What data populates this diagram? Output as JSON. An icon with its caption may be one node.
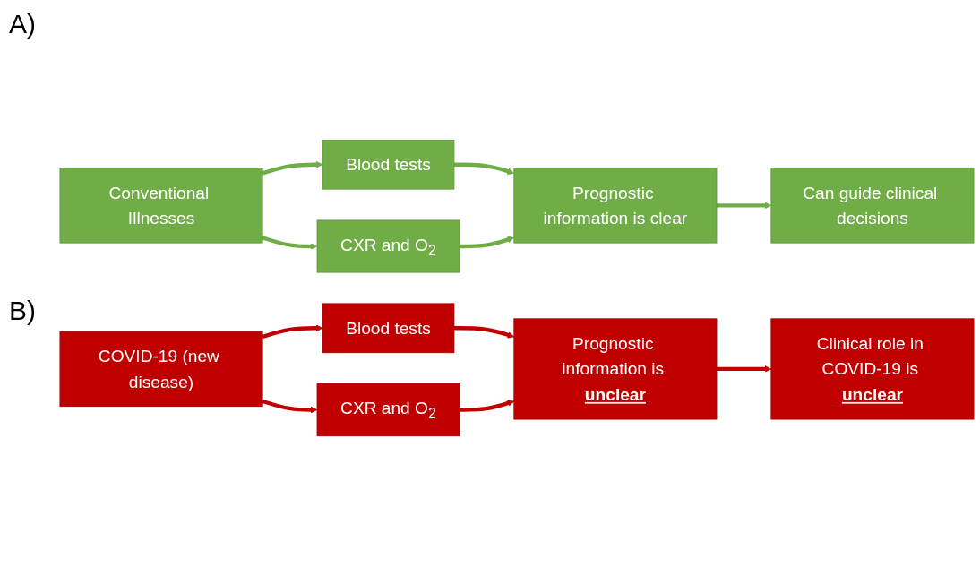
{
  "diagram": {
    "nodes": [
      {
        "text": [
          "Conventional Illnesses"
        ]
      },
      {
        "text": [
          "Blood tests"
        ]
      },
      {
        "text": [
          "CXR and O$_{2}$"
        ]
      },
      {
        "text": [
          "Prognostic information is clear"
        ]
      },
      {
        "text": [
          "Can guide clinical decisions"
        ]
      },
      {
        "text": [
          "COVID-19 (new disease)"
        ]
      },
      {
        "text": [
          "Blood tests"
        ]
      },
      {
        "text": [
          "CXR and O$_{2}$"
        ]
      },
      {
        "text": [
          "Prognostic information is **unclear**"
        ]
      },
      {
        "text": [
          "Clinical role in COVID-19 is **unclear**"
        ]
      }
    ],
    "edges": [
      {
        "from": 0,
        "to": 1,
        "arrow": "to",
        "color": "#70ad47"
      },
      {
        "from": 0,
        "to": 2,
        "arrow": "to",
        "color": "#70ad47"
      },
      {
        "from": 1,
        "to": 3,
        "arrow": "to",
        "color": "#70ad47"
      },
      {
        "from": 2,
        "to": 3,
        "arrow": "to",
        "color": "#70ad47"
      },
      {
        "from": 3,
        "to": 4,
        "arrow": "to",
        "color": "#70ad47"
      },
      {
        "from": 5,
        "to": 6,
        "arrow": "to",
        "color": "#c00000"
      },
      {
        "from": 5,
        "to": 7,
        "arrow": "to",
        "color": "#c00000"
      },
      {
        "from": 6,
        "to": 8,
        "arrow": "to",
        "color": "#c00000"
      },
      {
        "from": 7,
        "to": 8,
        "arrow": "to",
        "color": "#c00000"
      },
      {
        "from": 8,
        "to": 9,
        "arrow": "to",
        "color": "#c00000"
      }
    ],
    "labels": [
      "A)",
      "B)"
    ]
  }
}
